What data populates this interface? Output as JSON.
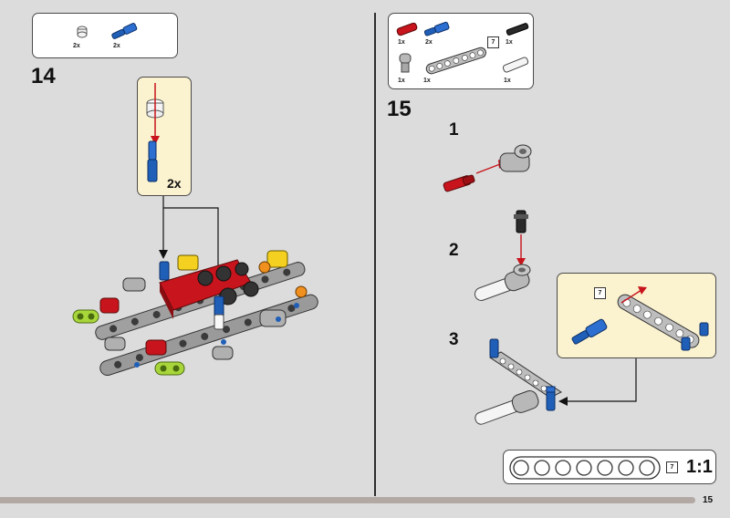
{
  "page": {
    "number": "15"
  },
  "step14": {
    "number": "14",
    "parts": [
      {
        "qty": "2x"
      },
      {
        "qty": "2x"
      }
    ],
    "callout_qty": "2x"
  },
  "step15": {
    "number": "15",
    "parts": [
      {
        "qty": "1x"
      },
      {
        "qty": "2x"
      },
      {
        "qty": "1x"
      },
      {
        "qty": "1x"
      },
      {
        "qty": "1x"
      },
      {
        "qty": "1x"
      }
    ],
    "beam_length": "7",
    "substeps": [
      "1",
      "2",
      "3"
    ],
    "callout_length": "7"
  },
  "scale_box": {
    "length": "7",
    "label": "1:1"
  },
  "colors": {
    "blue": "#1f5fb8",
    "red": "#c8141c",
    "lime": "#a8d63a",
    "grey": "#9a9a9a",
    "dark_grey": "#4a4a4a",
    "yellow": "#f4d020",
    "orange": "#f0901e"
  }
}
